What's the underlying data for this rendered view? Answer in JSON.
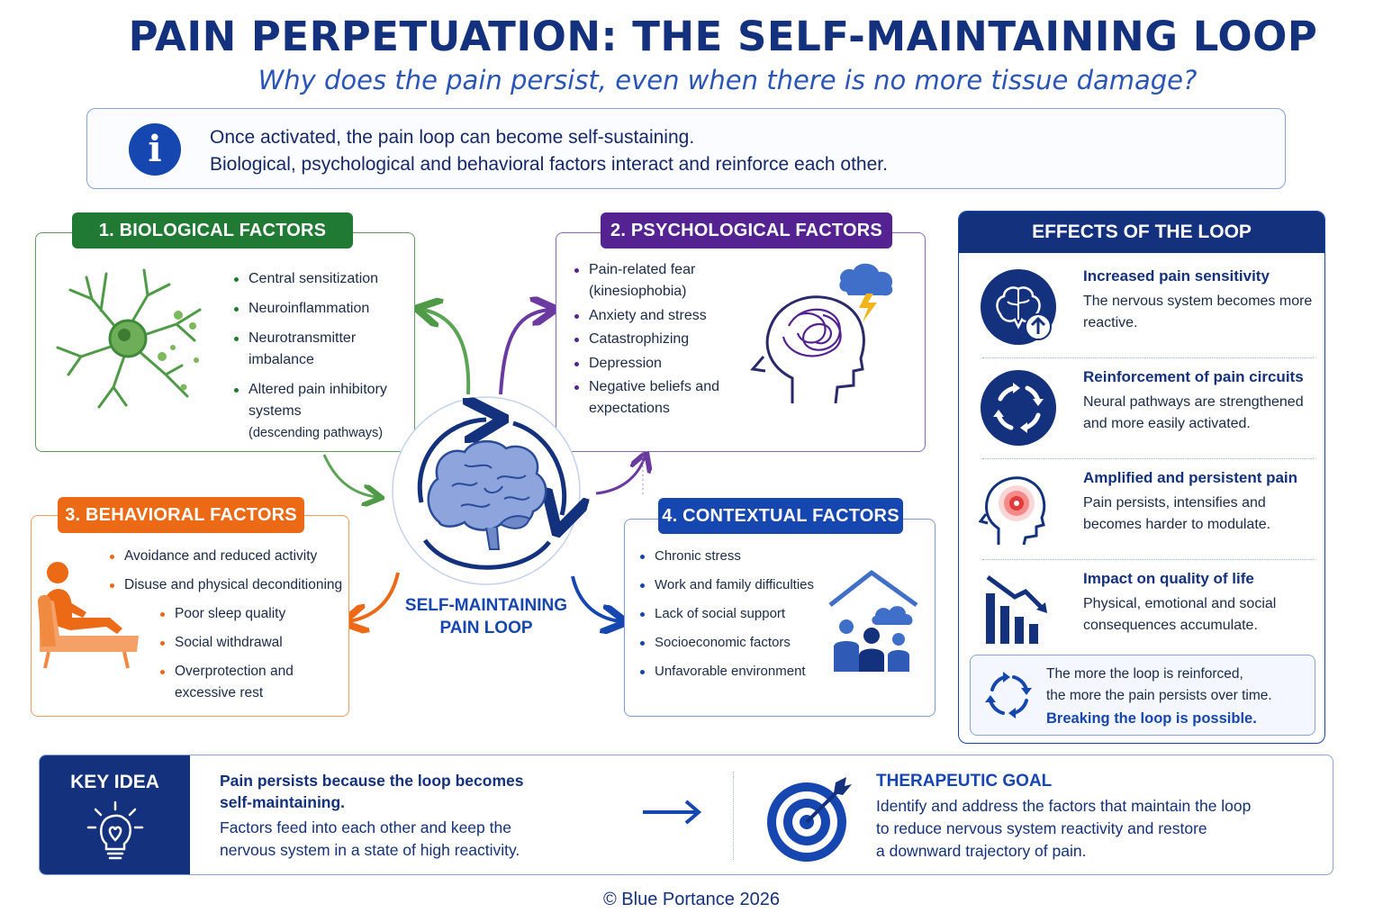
{
  "title": "PAIN PERPETUATION: THE SELF-MAINTAINING LOOP",
  "subtitle": "Why does the pain persist, even when there is no more tissue damage?",
  "info": {
    "icon": "info-icon",
    "line1": "Once activated, the pain loop can become self-sustaining.",
    "line2": "Biological, psychological and behavioral factors interact and reinforce each other."
  },
  "biological": {
    "heading": "1. BIOLOGICAL FACTORS",
    "color": "#207a33",
    "icon": "neuron-icon",
    "items": [
      "Central sensitization",
      "Neuroinflammation",
      "Neurotransmitter imbalance",
      "Altered pain inhibitory systems"
    ],
    "note": "(descending pathways)"
  },
  "psychological": {
    "heading": "2. PSYCHOLOGICAL FACTORS",
    "color": "#542391",
    "icon": "head-storm-icon",
    "items": [
      "Pain-related fear (kinesiophobia)",
      "Anxiety and stress",
      "Catastrophizing",
      "Depression",
      "Negative beliefs and expectations"
    ]
  },
  "behavioral": {
    "heading": "3. BEHAVIORAL FACTORS",
    "color": "#ec6a16",
    "icon": "person-armchair-icon",
    "items": [
      "Avoidance and reduced activity",
      "Disuse and physical deconditioning",
      "Poor sleep quality",
      "Social withdrawal",
      "Overprotection and excessive rest"
    ]
  },
  "contextual": {
    "heading": "4. CONTEXTUAL FACTORS",
    "color": "#1646b0",
    "icon": "family-house-icon",
    "items": [
      "Chronic stress",
      "Work and family difficulties",
      "Lack of social support",
      "Socioeconomic factors",
      "Unfavorable environment"
    ]
  },
  "loop": {
    "label_line1": "SELF-MAINTAINING",
    "label_line2": "PAIN LOOP",
    "icon": "brain-cycle-icon"
  },
  "effects": {
    "heading": "EFFECTS OF THE LOOP",
    "items": [
      {
        "title": "Increased pain sensitivity",
        "text": "The nervous system becomes more reactive.",
        "icon": "brain-up-icon"
      },
      {
        "title": "Reinforcement of pain circuits",
        "text": "Neural pathways are strengthened and more easily activated.",
        "icon": "circular-arrows-icon"
      },
      {
        "title": "Amplified and persistent pain",
        "text": "Pain persists, intensifies and becomes harder to modulate.",
        "icon": "head-target-icon"
      },
      {
        "title": "Impact on quality of life",
        "text": "Physical, emotional and social consequences accumulate.",
        "icon": "declining-chart-icon"
      }
    ],
    "note_line1": "The more the loop is reinforced,",
    "note_line2": "the more the pain persists over time.",
    "note_line3": "Breaking the loop is possible."
  },
  "key_idea": {
    "title": "KEY IDEA",
    "line1": "Pain persists because the loop becomes",
    "line2": "self-maintaining.",
    "line3": "Factors feed into each other and keep the",
    "line4": "nervous system in a state of high reactivity."
  },
  "goal": {
    "title": "THERAPEUTIC GOAL",
    "line1": "Identify and address the factors that maintain the loop",
    "line2": "to reduce nervous system reactivity and restore",
    "line3": "a downward trajectory of pain."
  },
  "footer": "© Blue Portance 2026"
}
